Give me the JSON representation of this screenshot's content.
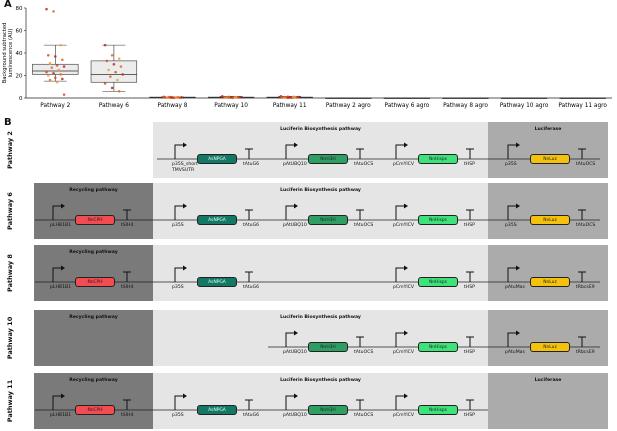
{
  "panel_a": {
    "letter": "A"
  },
  "panel_b": {
    "letter": "B"
  },
  "chart_data": {
    "type": "box",
    "ylabel": "Background subtracted\nluminescence (AU)",
    "ylim": [
      0,
      80
    ],
    "yticks": [
      0,
      20,
      40,
      60,
      80
    ],
    "categories": [
      "Pathway 2",
      "Pathway 6",
      "Pathway 8",
      "Pathway 10",
      "Pathway 11",
      "Pathway 2 agro",
      "Pathway 6 agro",
      "Pathway 8 agro",
      "Pathway 10 agro",
      "Pathway 11 agro"
    ],
    "boxes": [
      {
        "q1": 21,
        "median": 24,
        "q3": 30,
        "whisker_low": 15,
        "whisker_high": 47
      },
      {
        "q1": 14,
        "median": 21,
        "q3": 33,
        "whisker_low": 6,
        "whisker_high": 47
      },
      {
        "q1": 0.3,
        "median": 0.5,
        "q3": 0.8,
        "whisker_low": 0,
        "whisker_high": 1
      },
      {
        "q1": 0.3,
        "median": 0.5,
        "q3": 0.8,
        "whisker_low": 0,
        "whisker_high": 1.5
      },
      {
        "q1": 0.3,
        "median": 0.5,
        "q3": 0.8,
        "whisker_low": 0,
        "whisker_high": 1.5
      },
      {
        "q1": 0,
        "median": 0,
        "q3": 0,
        "whisker_low": 0,
        "whisker_high": 0
      },
      {
        "q1": 0,
        "median": 0,
        "q3": 0,
        "whisker_low": 0,
        "whisker_high": 0
      },
      {
        "q1": 0,
        "median": 0,
        "q3": 0,
        "whisker_low": 0,
        "whisker_high": 0
      },
      {
        "q1": 0,
        "median": 0,
        "q3": 0,
        "whisker_low": 0,
        "whisker_high": 0
      },
      {
        "q1": 0,
        "median": 0,
        "q3": 0,
        "whisker_low": 0,
        "whisker_high": 0
      }
    ],
    "points": [
      [
        79,
        77,
        47,
        38,
        37,
        34,
        31,
        29,
        28,
        27,
        25,
        23,
        22,
        21,
        20,
        18,
        17,
        16,
        14,
        3
      ],
      [
        47,
        38,
        35,
        33,
        30,
        28,
        25,
        23,
        21,
        19,
        16,
        13,
        9,
        6
      ],
      [
        1,
        0.8,
        0.6,
        0.5,
        0.4,
        0.3,
        0.2,
        0.1,
        0.5,
        0.7,
        0.3,
        0.9,
        0.4,
        0.6
      ],
      [
        1.5,
        1,
        0.8,
        0.6,
        0.5,
        0.4,
        0.3,
        0.2,
        0.7,
        0.9,
        0.5
      ],
      [
        1.5,
        1.2,
        0.9,
        0.7,
        0.5,
        0.4,
        0.3,
        0.2,
        0.8,
        0.6,
        1.1,
        0.5,
        0.3
      ],
      [],
      [],
      [],
      [],
      []
    ],
    "point_colors": [
      "#c0281e",
      "#e26a2c",
      "#f0a030",
      "#d4502a"
    ]
  },
  "colors": {
    "recycling_bg": "#7a7a7a",
    "biosynthesis_bg": "#e5e5e5",
    "luciferase_bg": "#ababab",
    "nncph": "#f24b52",
    "asnpga": "#147865",
    "nnh3h": "#2e9e63",
    "nnhisps": "#3ee27a",
    "nnluz": "#f4c20d"
  },
  "rows": [
    {
      "label": "Pathway 2",
      "has_recycling": false,
      "recycling_title": "",
      "biosynthesis_title": "Luciferin Biosynthesis pathway",
      "luciferase_title": "Luciferase",
      "parts": [
        {
          "type": "promoter",
          "label": "p35S_short\nTMVSUTR",
          "x": 0
        },
        {
          "type": "gene",
          "name": "AsNPGA",
          "x": 0,
          "color": "asnpga"
        },
        {
          "type": "terminator",
          "label": "tAtuG6"
        },
        {
          "type": "promoter",
          "label": "pAtUBQ10"
        },
        {
          "type": "gene",
          "name": "NnH3H",
          "color": "nnh3h"
        },
        {
          "type": "terminator",
          "label": "tAtuOCS"
        },
        {
          "type": "promoter",
          "label": "pCmYlCV"
        },
        {
          "type": "gene",
          "name": "NnHisps",
          "color": "nnhisps"
        },
        {
          "type": "terminator",
          "label": "tHSP"
        },
        {
          "type": "promoter",
          "label": "p35S"
        },
        {
          "type": "gene",
          "name": "NnLuz",
          "color": "nnluz"
        },
        {
          "type": "terminator",
          "label": "tAtuOCS"
        }
      ]
    },
    {
      "label": "Pathway 6",
      "has_recycling": true,
      "recycling_title": "Recycling pathway",
      "biosynthesis_title": "Luciferin Biosynthesis pathway",
      "luciferase_title": "",
      "parts": [
        {
          "type": "promoter",
          "label": "pLHB1B1"
        },
        {
          "type": "gene",
          "name": "NnCPH",
          "color": "nncph"
        },
        {
          "type": "terminator",
          "label": "tSlH4"
        },
        {
          "type": "promoter",
          "label": "p35S"
        },
        {
          "type": "gene",
          "name": "AsNPGA",
          "color": "asnpga"
        },
        {
          "type": "terminator",
          "label": "tAtuG6"
        },
        {
          "type": "promoter",
          "label": "pAtUBQ10"
        },
        {
          "type": "gene",
          "name": "NnH3H",
          "color": "nnh3h"
        },
        {
          "type": "terminator",
          "label": "tAtuOCS"
        },
        {
          "type": "promoter",
          "label": "pCmYlCV"
        },
        {
          "type": "gene",
          "name": "NnHisps",
          "color": "nnhisps"
        },
        {
          "type": "terminator",
          "label": "tHSP"
        },
        {
          "type": "promoter",
          "label": "p35S"
        },
        {
          "type": "gene",
          "name": "NnLuz",
          "color": "nnluz"
        },
        {
          "type": "terminator",
          "label": "tAtuOCS"
        }
      ]
    },
    {
      "label": "Pathway 8",
      "has_recycling": true,
      "recycling_title": "Recycling pathway",
      "biosynthesis_title": "",
      "luciferase_title": "",
      "parts": [
        {
          "type": "promoter",
          "label": "pLHB1B1"
        },
        {
          "type": "gene",
          "name": "NnCPH",
          "color": "nncph"
        },
        {
          "type": "terminator",
          "label": "tSlH4"
        },
        {
          "type": "promoter",
          "label": "p35S"
        },
        {
          "type": "gene",
          "name": "AsNPGA",
          "color": "asnpga"
        },
        {
          "type": "terminator",
          "label": "tAtuG6"
        },
        {
          "type": "promoter",
          "label": "pCmYlCV"
        },
        {
          "type": "gene",
          "name": "NnHisps",
          "color": "nnhisps"
        },
        {
          "type": "terminator",
          "label": "tHSP"
        },
        {
          "type": "promoter",
          "label": "pAtuMas"
        },
        {
          "type": "gene",
          "name": "NnLuz",
          "color": "nnluz"
        },
        {
          "type": "terminator",
          "label": "tRbcsE9"
        }
      ]
    },
    {
      "label": "Pathway 10",
      "has_recycling": true,
      "recycling_title": "Recycling pathway",
      "biosynthesis_title": "Luciferin Biosynthesis pathway",
      "luciferase_title": "",
      "parts": [
        {
          "type": "promoter",
          "label": "pAtUBQ10"
        },
        {
          "type": "gene",
          "name": "NnH3H",
          "color": "nnh3h"
        },
        {
          "type": "terminator",
          "label": "tAtuOCS"
        },
        {
          "type": "promoter",
          "label": "pCmYlCV"
        },
        {
          "type": "gene",
          "name": "NnHisps",
          "color": "nnhisps"
        },
        {
          "type": "terminator",
          "label": "tHSP"
        },
        {
          "type": "promoter",
          "label": "pAtuMas"
        },
        {
          "type": "gene",
          "name": "NnLuz",
          "color": "nnluz"
        },
        {
          "type": "terminator",
          "label": "tRbcsE9"
        }
      ]
    },
    {
      "label": "Pathway 11",
      "has_recycling": true,
      "recycling_title": "Recycling pathway",
      "biosynthesis_title": "Luciferin Biosynthesis pathway",
      "luciferase_title": "Luciferase",
      "parts": [
        {
          "type": "promoter",
          "label": "pLHB1B1"
        },
        {
          "type": "gene",
          "name": "NnCPH",
          "color": "nncph"
        },
        {
          "type": "terminator",
          "label": "tSlH4"
        },
        {
          "type": "promoter",
          "label": "p35S"
        },
        {
          "type": "gene",
          "name": "AsNPGA",
          "color": "asnpga"
        },
        {
          "type": "terminator",
          "label": "tAtuG6"
        },
        {
          "type": "promoter",
          "label": "pAtUBQ10"
        },
        {
          "type": "gene",
          "name": "NnH3H",
          "color": "nnh3h"
        },
        {
          "type": "terminator",
          "label": "tAtuOCS"
        },
        {
          "type": "promoter",
          "label": "pCmYlCV"
        },
        {
          "type": "gene",
          "name": "NnHisps",
          "color": "nnhisps"
        },
        {
          "type": "terminator",
          "label": "tHSP"
        }
      ]
    }
  ]
}
